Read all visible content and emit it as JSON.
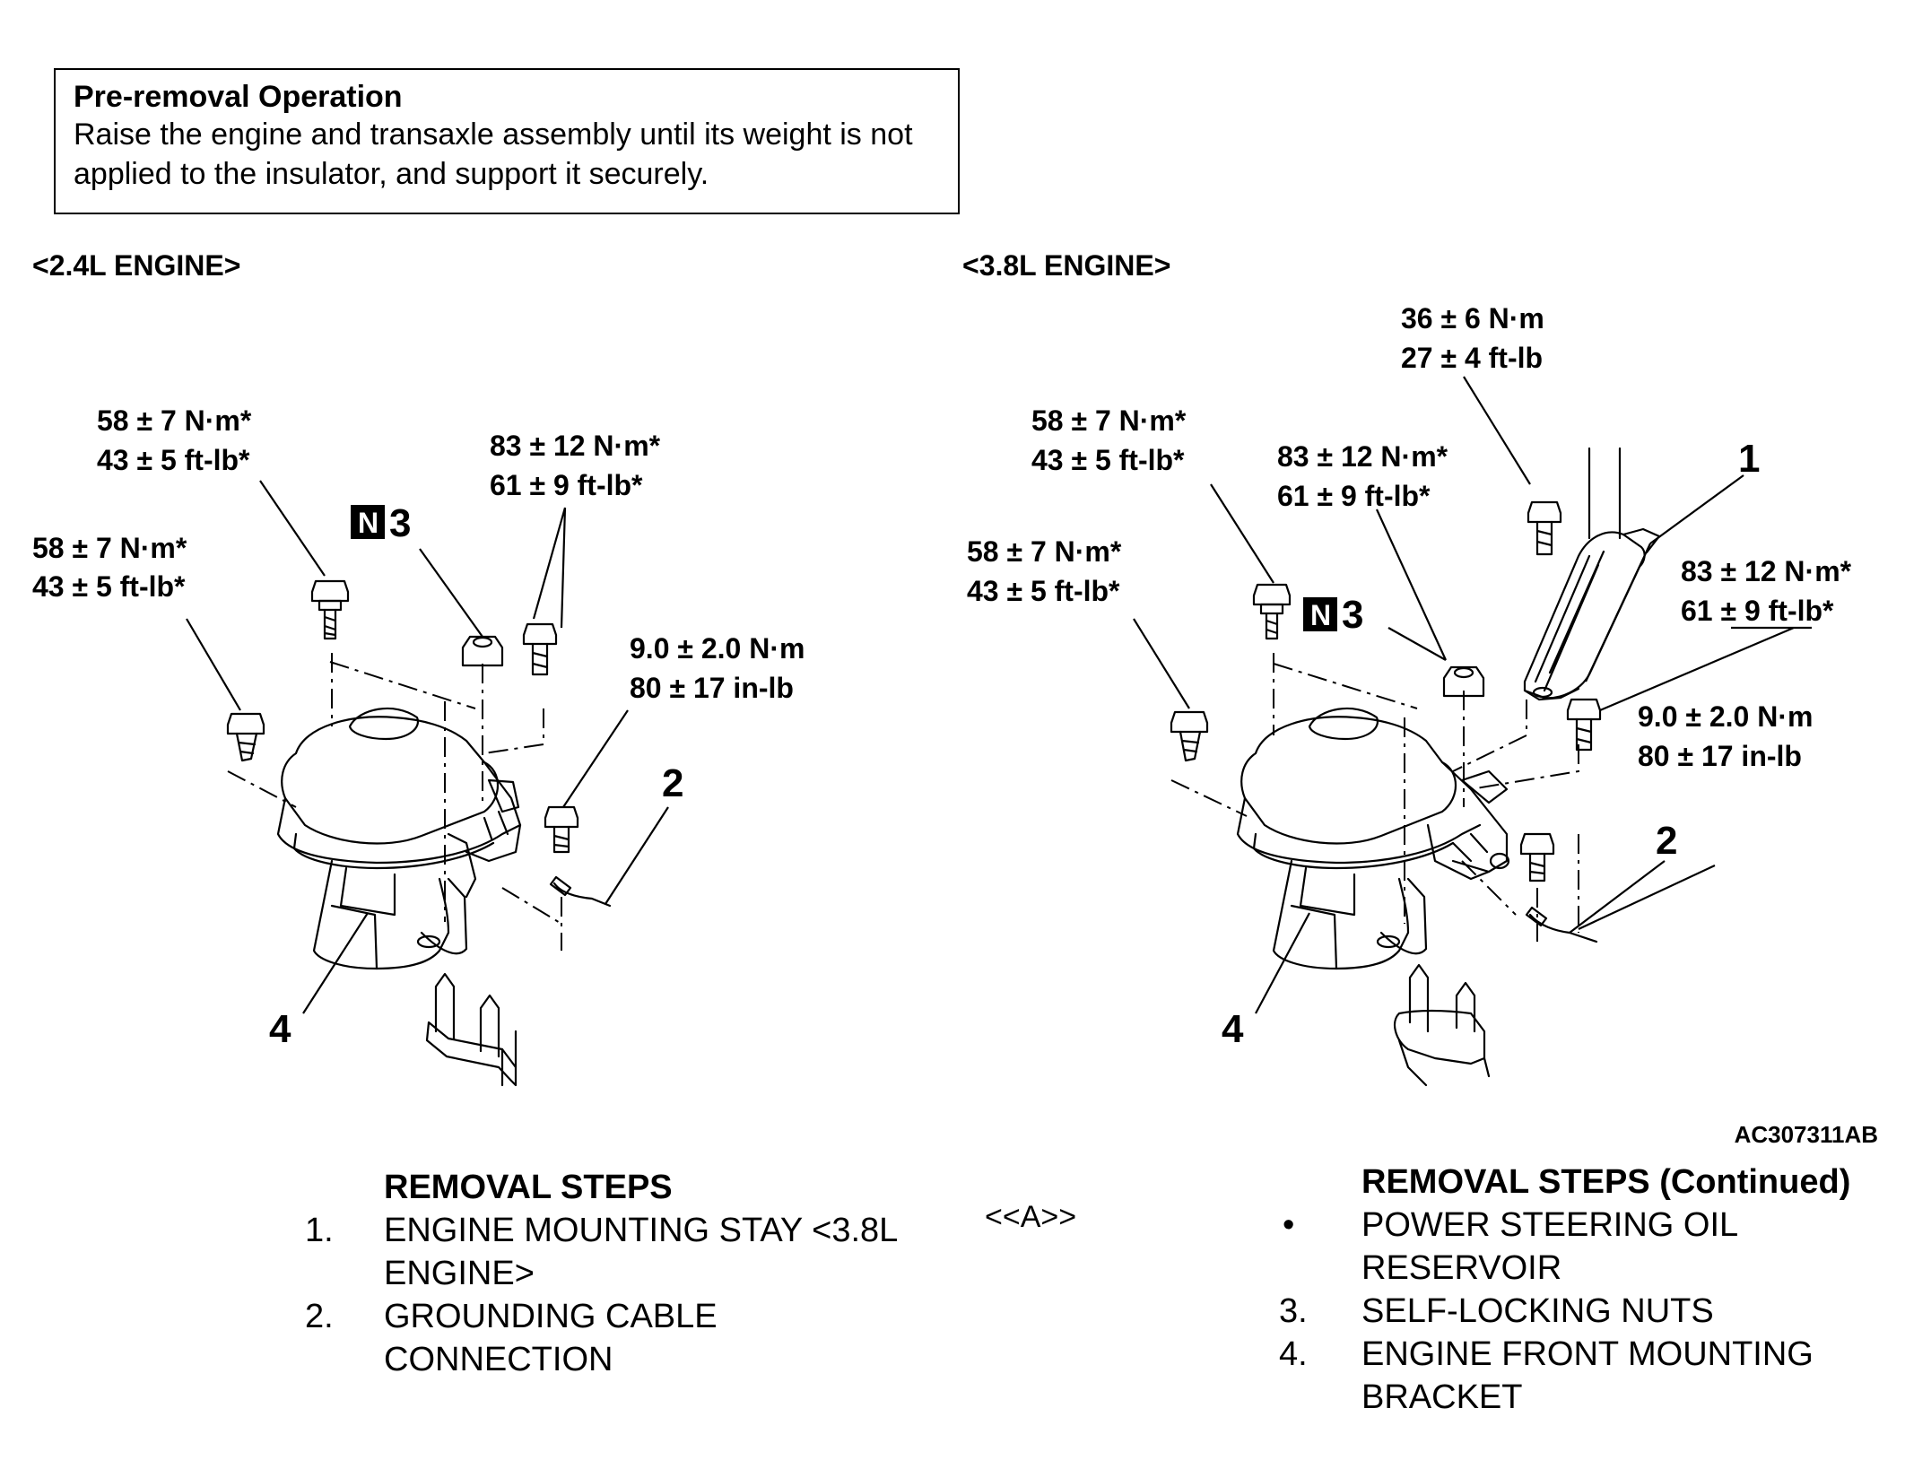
{
  "notice": {
    "title": "Pre-removal Operation",
    "body": "Raise the engine and transaxle assembly until its weight is not applied to the insulator, and support it securely."
  },
  "engine_labels": {
    "left": "<2.4L ENGINE>",
    "right": "<3.8L ENGINE>"
  },
  "left_diagram": {
    "torque_a": [
      "58 ± 7 N·m*",
      "43 ± 5 ft-lb*"
    ],
    "torque_b": [
      "58 ± 7 N·m*",
      "43 ± 5 ft-lb*"
    ],
    "torque_c": [
      "83 ± 12 N·m*",
      "61 ± 9 ft-lb*"
    ],
    "torque_d": [
      "9.0 ± 2.0 N·m",
      "80 ± 17 in-lb"
    ],
    "n_letter": "N",
    "callout_3": "3",
    "callout_2": "2",
    "callout_4": "4"
  },
  "right_diagram": {
    "torque_top": [
      "36 ± 6 N·m",
      "27 ± 4 ft-lb"
    ],
    "torque_a": [
      "58 ± 7 N·m*",
      "43 ± 5 ft-lb*"
    ],
    "torque_b": [
      "58 ± 7 N·m*",
      "43 ± 5 ft-lb*"
    ],
    "torque_c": [
      "83 ± 12 N·m*",
      "61 ± 9 ft-lb*"
    ],
    "torque_e": [
      "83 ± 12 N·m*",
      "61 ± 9 ft-lb*"
    ],
    "torque_d": [
      "9.0 ± 2.0 N·m",
      "80 ± 17 in-lb"
    ],
    "n_letter": "N",
    "callout_1": "1",
    "callout_3": "3",
    "callout_2": "2",
    "callout_4": "4"
  },
  "figure_code": "AC307311AB",
  "removal_steps": {
    "heading": "REMOVAL STEPS",
    "items": [
      {
        "num": "1.",
        "text": "ENGINE MOUNTING STAY <3.8L ENGINE>"
      },
      {
        "num": "2.",
        "text": "GROUNDING CABLE CONNECTION"
      }
    ]
  },
  "marker": "<<A>>",
  "removal_steps_continued": {
    "heading": "REMOVAL STEPS (Continued)",
    "items": [
      {
        "num": "•",
        "text": "POWER STEERING OIL RESERVOIR"
      },
      {
        "num": "3.",
        "text": "SELF-LOCKING NUTS"
      },
      {
        "num": "4.",
        "text": "ENGINE FRONT MOUNTING BRACKET"
      }
    ]
  }
}
